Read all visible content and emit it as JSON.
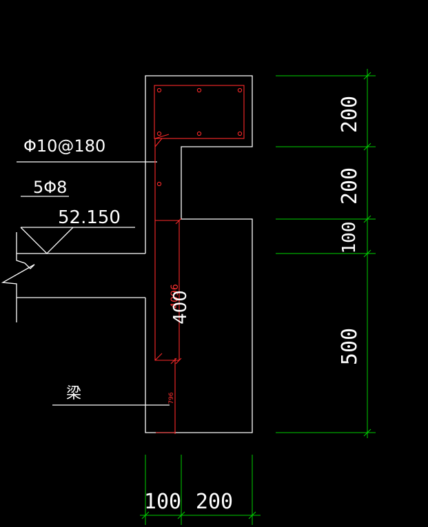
{
  "annotations": {
    "stirrup_spec": "Φ10@180",
    "long_bars": "5Φ8",
    "elevation": "52.150",
    "beam_label": "梁"
  },
  "dimensions": {
    "vertical": [
      "200",
      "200",
      "100",
      "500"
    ],
    "horizontal": [
      "100",
      "200"
    ]
  },
  "rebar_labels": {
    "main_length": "4096",
    "main_height": "400",
    "hook_length": "796"
  },
  "colors": {
    "background": "#000000",
    "outline": "#ffffff",
    "rebar": "#ff2a2a",
    "dimension": "#00d200"
  }
}
